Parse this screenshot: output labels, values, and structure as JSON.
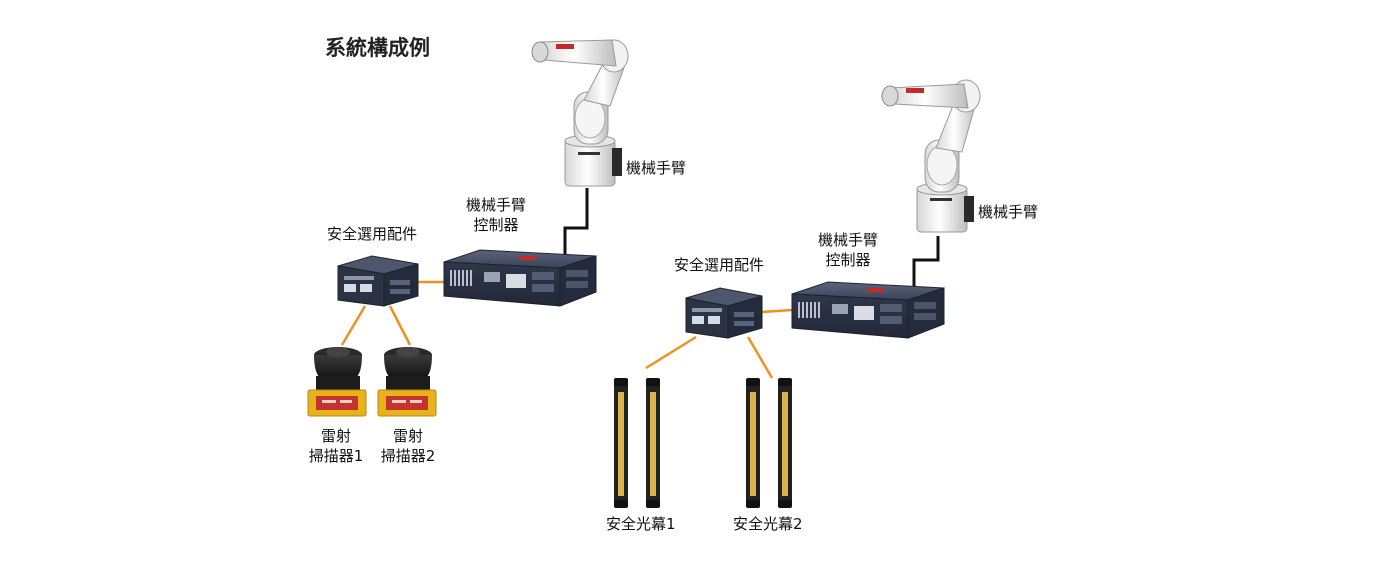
{
  "diagram": {
    "title": "系統構成例",
    "labels": {
      "robot_arm_1": "機械手臂",
      "robot_arm_2": "機械手臂",
      "controller_1_line1": "機械手臂",
      "controller_1_line2": "控制器",
      "controller_2_line1": "機械手臂",
      "controller_2_line2": "控制器",
      "safety_option_1": "安全選用配件",
      "safety_option_2": "安全選用配件",
      "laser_scanner_1_line1": "雷射",
      "laser_scanner_1_line2": "掃描器1",
      "laser_scanner_2_line1": "雷射",
      "laser_scanner_2_line2": "掃描器2",
      "light_curtain_1": "安全光幕1",
      "light_curtain_2": "安全光幕2"
    },
    "colors": {
      "orange_link": "#f0901e",
      "black_link": "#111111",
      "robot_body": "#eeeeee",
      "controller_body": "#2f3a4f",
      "scanner_base": "#e9b21a",
      "scanner_panel": "#c4342f",
      "curtain_body": "#222222",
      "curtain_stripe": "#d8b44a"
    }
  }
}
